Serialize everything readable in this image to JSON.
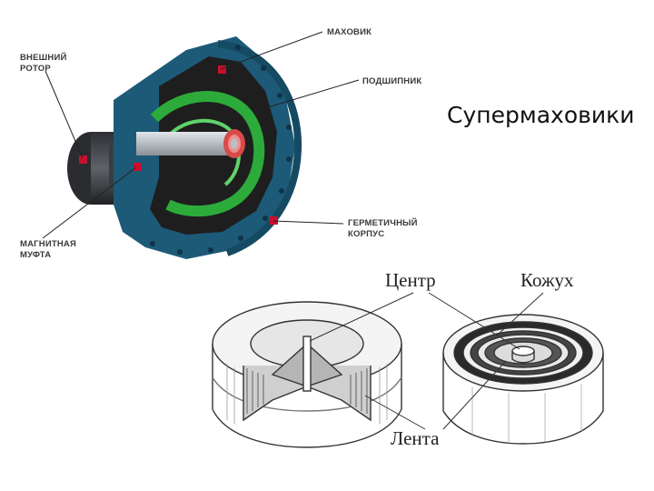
{
  "title": "Супермаховики",
  "top_diagram": {
    "labels": {
      "outer_rotor_line1": "ВНЕШНИЙ",
      "outer_rotor_line2": "РОТОР",
      "flywheel": "МАХОВИК",
      "bearing": "ПОДШИПНИК",
      "magnetic_coupling_line1": "МАГНИТНАЯ",
      "magnetic_coupling_line2": "МУФТА",
      "sealed_case_line1": "ГЕРМЕТИЧНЫЙ",
      "sealed_case_line2": "КОРПУС"
    },
    "colors": {
      "casing": "#1d5a78",
      "flywheel": "#1e1e1e",
      "insulation": "#2cab3a",
      "shaft": "#b6bcc2",
      "marker": "#c8102e"
    }
  },
  "bottom_diagram": {
    "labels": {
      "center": "Центр",
      "casing": "Кожух",
      "tape": "Лента"
    }
  }
}
